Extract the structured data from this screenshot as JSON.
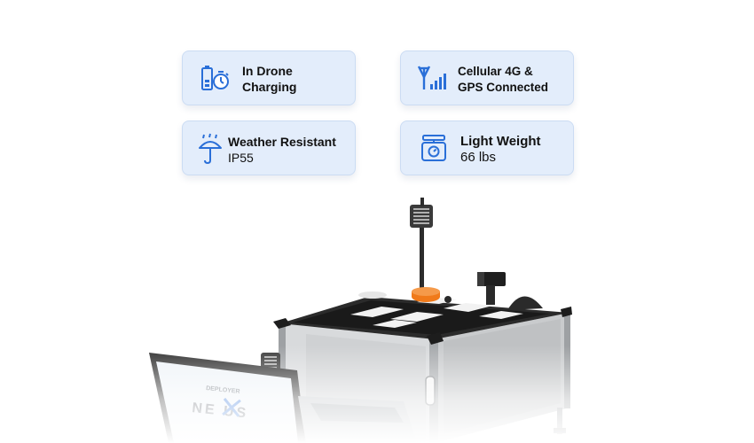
{
  "features": [
    {
      "icon": "battery-stopwatch-icon",
      "line1": "In Drone",
      "line2": "Charging"
    },
    {
      "icon": "cellular-signal-icon",
      "line1": "Cellular 4G &",
      "line2": "GPS Connected"
    },
    {
      "icon": "umbrella-rain-icon",
      "line1": "Weather Resistant",
      "line2": "IP55"
    },
    {
      "icon": "weighing-scale-icon",
      "line1": "Light Weight",
      "line2": "66 lbs"
    }
  ],
  "laptop_screen": {
    "brand_top": "DEPLOYER",
    "brand_main": "NE  US"
  },
  "colors": {
    "card_bg": "#e3edfb",
    "card_border": "#cbdcf3",
    "icon_blue": "#2a6fd8",
    "accent_orange": "#f07a1a"
  }
}
